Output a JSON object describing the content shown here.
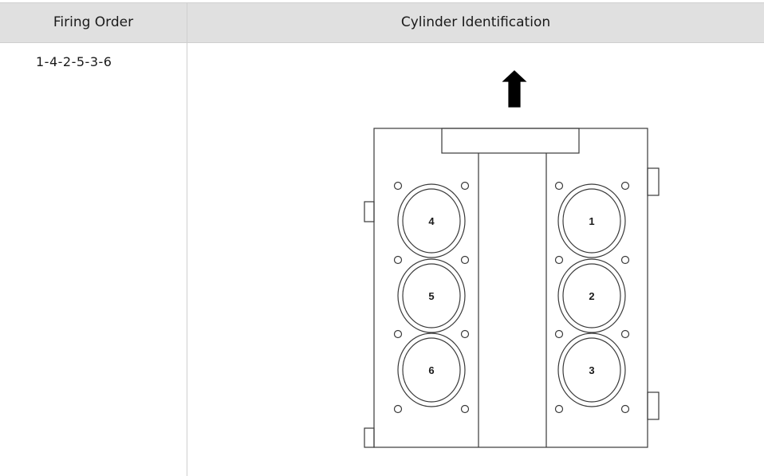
{
  "table": {
    "headers": [
      "Firing Order",
      "Cylinder Identification"
    ],
    "firing_order": "1-4-2-5-3-6"
  },
  "diagram": {
    "left_bank_cylinders": [
      "4",
      "5",
      "6"
    ],
    "right_bank_cylinders": [
      "1",
      "2",
      "3"
    ],
    "line_color": "#3a3a3a",
    "arrow_color": "#000000"
  }
}
